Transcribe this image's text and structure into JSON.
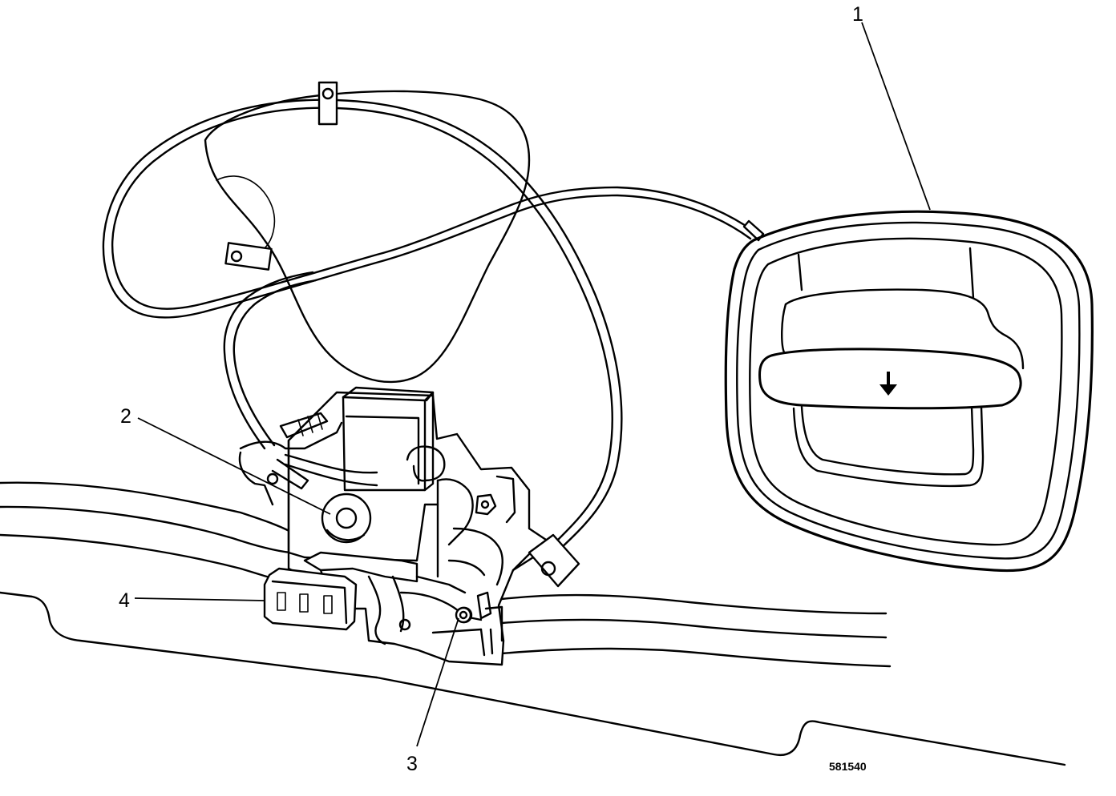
{
  "callouts": {
    "one": "1",
    "two": "2",
    "three": "3",
    "four": "4"
  },
  "figure_number": "581540",
  "icons": {
    "release_handle": "release-handle-icon",
    "latch": "hood-latch-icon",
    "cable": "release-cable-icon",
    "arrow": "arrow-down-icon"
  }
}
